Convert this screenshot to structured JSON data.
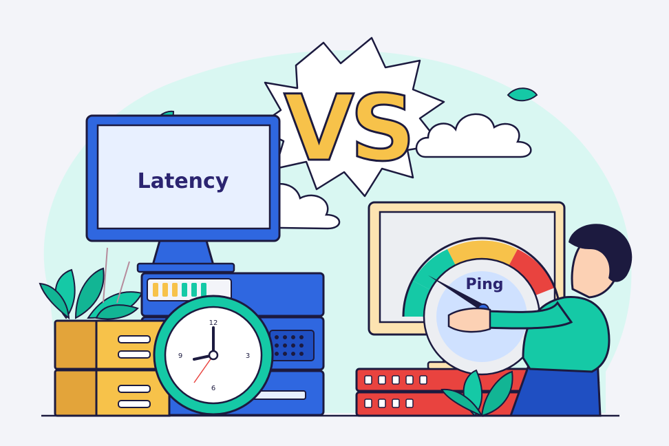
{
  "monitor": {
    "label": "Latency"
  },
  "vs": {
    "text": "VS"
  },
  "gauge": {
    "label": "Ping"
  },
  "clock": {
    "numerals": {
      "twelve": "12",
      "three": "3",
      "six": "6",
      "nine": "9"
    }
  },
  "colors": {
    "background": "#f3f4f9",
    "blob": "#d9f7f2",
    "navy": "#1c1a3f",
    "blue": "#2f67e0",
    "teal": "#15c9a6",
    "yellow": "#f7c24a",
    "red": "#e9433f",
    "orange_box": "#e3a43a"
  }
}
